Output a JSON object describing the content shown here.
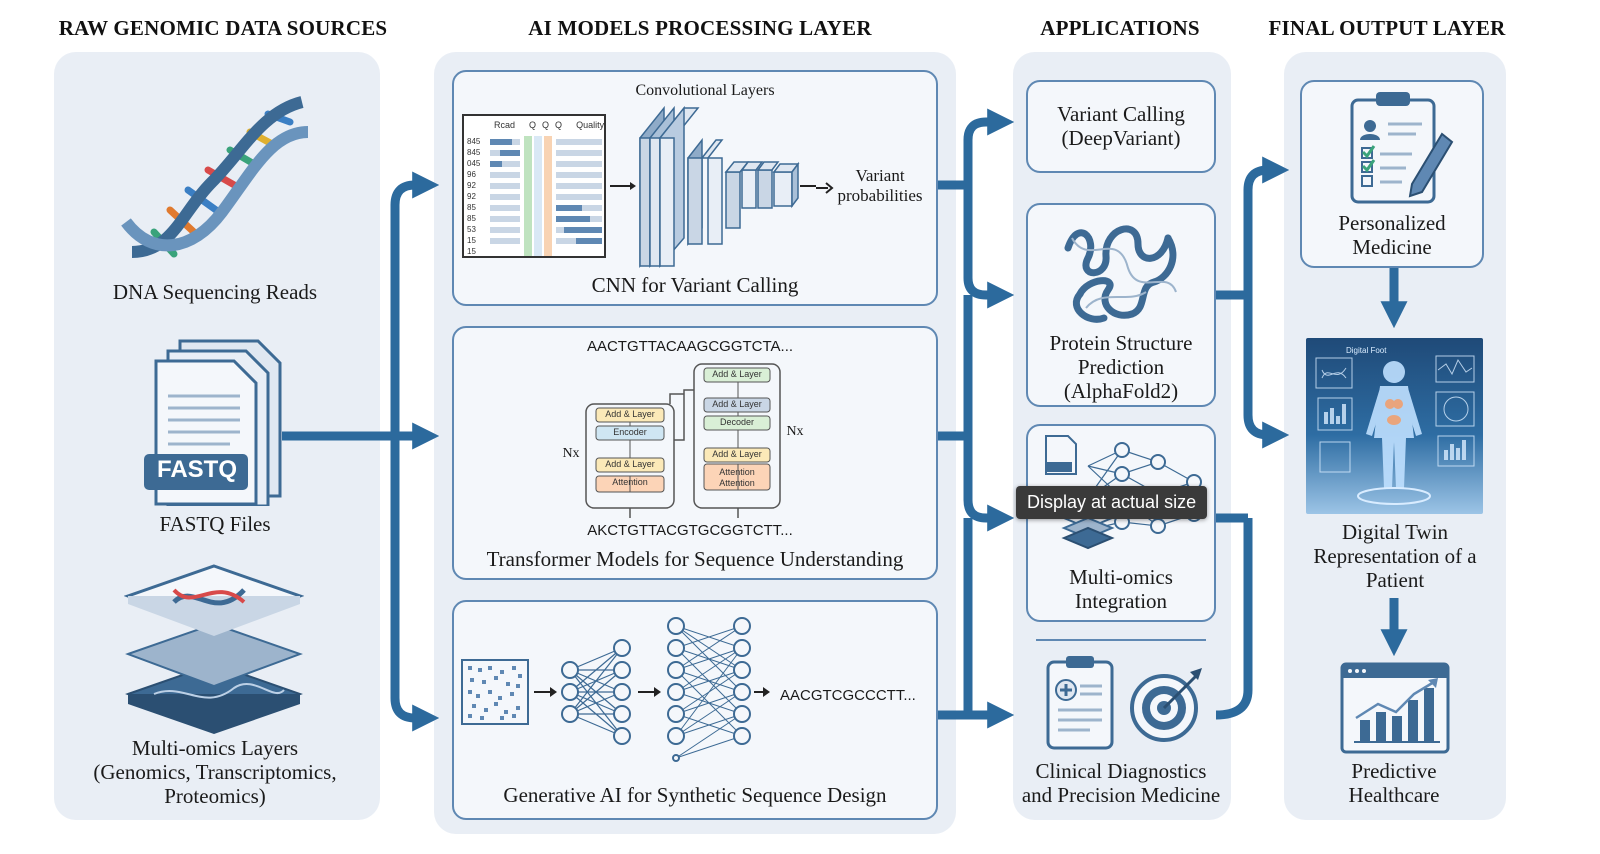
{
  "columns": {
    "raw": "RAW GENOMIC DATA SOURCES",
    "ai": "AI MODELS PROCESSING LAYER",
    "apps": "APPLICATIONS",
    "final": "FINAL OUTPUT LAYER"
  },
  "sources": {
    "dna": "DNA Sequencing Reads",
    "fastq_badge": "FASTQ",
    "fastq": "FASTQ Files",
    "multiomics_1": "Multi-omics Layers",
    "multiomics_2": "(Genomics, Transcriptomics,",
    "multiomics_3": "Proteomics)"
  },
  "cnn": {
    "conv_label": "Convolutional Layers",
    "table_headers": [
      "Rcad",
      "Q",
      "Q",
      "Q",
      "Quality"
    ],
    "row_ids": [
      "845",
      "845",
      "045",
      "96",
      "92",
      "92",
      "85",
      "85",
      "53",
      "15",
      "15"
    ],
    "output_1": "Variant",
    "output_2": "probabilities",
    "title": "CNN for Variant Calling"
  },
  "transformer": {
    "seq_in": "AACTGTTACAAGCGGTCTA...",
    "seq_out": "AKCTGTTACGTGCGGTCTT...",
    "nx_left": "Nx",
    "nx_right": "Nx",
    "enc_blocks": [
      "Add & Layer",
      "Encoder",
      "Add & Layer",
      "Attention"
    ],
    "dec_blocks": [
      "Add & Layer",
      "Add & Layer",
      "Decoder",
      "Add & Layer",
      "Attention Attention"
    ],
    "title": "Transformer Models for Sequence Understanding"
  },
  "generative": {
    "seq_out": "AACGTCGCCCTT...",
    "title": "Generative AI for Synthetic Sequence Design"
  },
  "apps": {
    "variant_1": "Variant Calling",
    "variant_2": "(DeepVariant)",
    "protein_1": "Protein Structure",
    "protein_2": "Prediction",
    "protein_3": "(AlphaFold2)",
    "multi_1": "Multi-omics",
    "multi_2": "Integration",
    "clinical_1": "Clinical Diagnostics",
    "clinical_2": "and Precision Medicine"
  },
  "final": {
    "pm_1": "Personalized",
    "pm_2": "Medicine",
    "twin_header": "Digital Foot",
    "twin_1": "Digital Twin",
    "twin_2": "Representation of a",
    "twin_3": "Patient",
    "ph_1": "Predictive",
    "ph_2": "Healthcare"
  },
  "tooltip": "Display at actual size",
  "colors": {
    "arrow": "#2c6a9d",
    "panel": "#e9eef5",
    "box_border": "#5f88b3",
    "icon_dark": "#3d6a94"
  }
}
